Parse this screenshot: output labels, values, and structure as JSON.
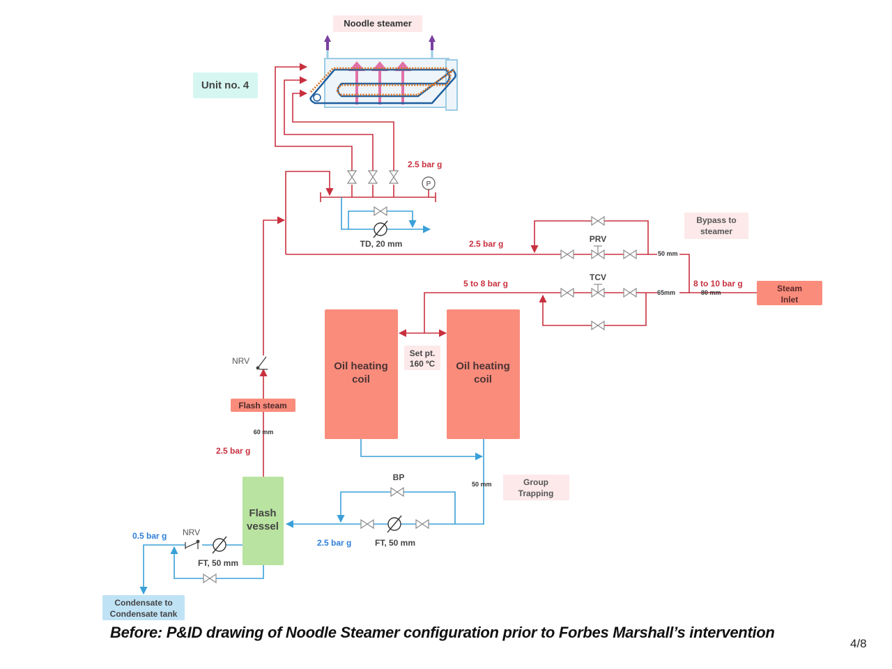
{
  "title": "Noodle steamer",
  "unit_label": "Unit no. 4",
  "colors": {
    "steam_line": "#c8303e",
    "condensate_line": "#3aa0d8",
    "equipment_fill": "#fa8c7c",
    "flash_vessel_fill": "#b9e3a0",
    "condensate_box_fill": "#bfe3f5",
    "unit_box_fill": "#d6f7f1",
    "note_box_fill": "#fde9ea",
    "valve_stroke": "#8a8a8a",
    "pressure_steam_text": "#c8303e",
    "pressure_condensate_text": "#2f7fd8"
  },
  "labels": {
    "steamer_header_pressure": "2.5 bar g",
    "pressure_gauge": "P",
    "td_trap": "TD, 20 mm",
    "prv_line_pressure": "2.5 bar g",
    "prv": "PRV",
    "bypass_note_line1": "Bypass to",
    "bypass_note_line2": "steamer",
    "prv_pipe_size": "50 mm",
    "tcv": "TCV",
    "tcv_line_pressure": "5 to 8 bar g",
    "tcv_pipe_size": "65mm",
    "inlet_pressure": "8 to 10 bar g",
    "inlet_pipe_size": "80 mm",
    "steam_inlet_line1": "Steam",
    "steam_inlet_line2": "Inlet",
    "coil_left_line1": "Oil heating",
    "coil_left_line2": "coil",
    "coil_right_line1": "Oil heating",
    "coil_right_line2": "coil",
    "setpoint_line1": "Set pt.",
    "setpoint_line2": "160 ºC",
    "nrv_flash": "NRV",
    "flash_steam": "Flash steam",
    "flash_pipe_size": "60 mm",
    "flash_pressure": "2.5 bar g",
    "flash_vessel_line1": "Flash",
    "flash_vessel_line2": "vessel",
    "bp": "BP",
    "group_pipe_size": "50 mm",
    "group_trapping_line1": "Group",
    "group_trapping_line2": "Trapping",
    "group_pressure": "2.5 bar g",
    "ft_group": "FT, 50 mm",
    "condensate_pressure": "0.5 bar g",
    "nrv_condensate": "NRV",
    "ft_flash": "FT, 50 mm",
    "condensate_line1": "Condensate to",
    "condensate_line2": "Condensate tank"
  },
  "caption": "Before: P&ID drawing of Noodle Steamer configuration prior to Forbes Marshall’s intervention",
  "page_indicator": "4/8"
}
